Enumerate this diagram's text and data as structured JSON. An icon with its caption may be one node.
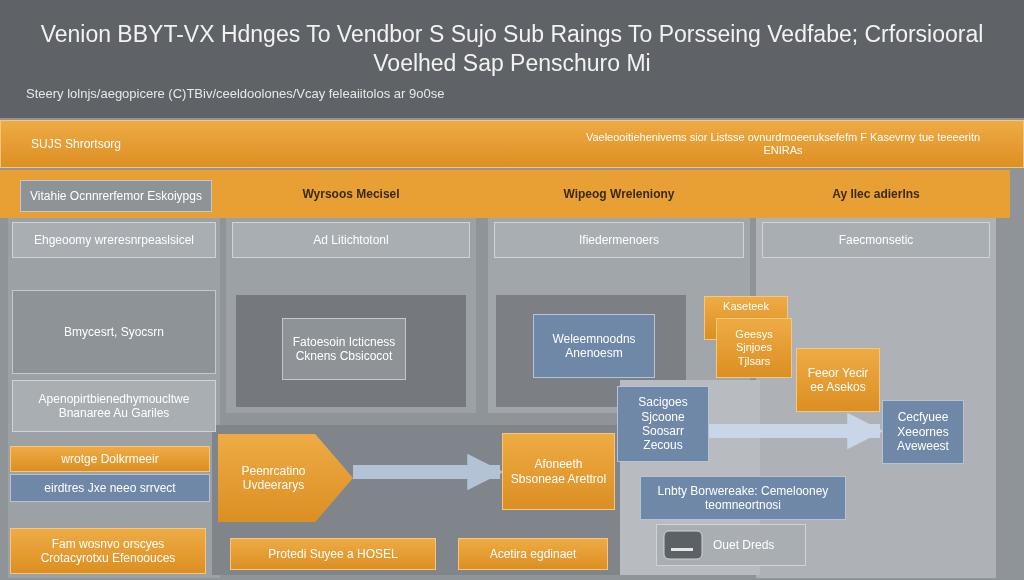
{
  "diagram": {
    "title": "Venion BBYT-VX Hdnges To Vendbor S Sujo Sub Raings To Porsseing Vedfabe; Crforsiooral Voelhed Sap Penschuro Mi",
    "nodes": [
      {
        "text": [
          "SUJS Shrortsorg",
          "Vaeleooitiehenivems sior Listsse ovnurdmoeeruksefefm F Kasevrny tue teeeeritn ENIRAs"
        ]
      },
      {
        "text": [
          "Vitahie Ocnnrerfemor Eskoiypgs"
        ]
      },
      {
        "text": [
          "Wyrsoos Mecisel"
        ]
      },
      {
        "text": [
          "Wipeog Wreleniony"
        ]
      },
      {
        "text": [
          "Ay Ilec adierlns"
        ]
      },
      {
        "text": [
          "Ehgeoomy wreresnrpeaslsicel"
        ]
      },
      {
        "text": [
          "Ad Litichtotonl"
        ]
      },
      {
        "text": [
          "Ifiedermenoers"
        ]
      },
      {
        "text": [
          "Faecmonsetic"
        ]
      },
      {
        "text": [
          "Bmycesrt, Syocsrn"
        ]
      },
      {
        "text": [
          "Fatoesoin Icticness Cknens Cbsicocot"
        ]
      },
      {
        "text": [
          "Weleemnoodns Anenoesm"
        ]
      },
      {
        "text": [
          "Apenopirtbienedhymoucltwe Bnanaree Au Gariles"
        ]
      },
      {
        "text": [
          "wrotge Dolkrmeeir"
        ]
      },
      {
        "text": [
          "eirdtres Jxe neeo srrvect"
        ]
      },
      {
        "text": [
          "Fam wosnvo orscyes Crotacyrotxu Efenoouces"
        ]
      },
      {
        "text": [
          "Peenrcatino Uvdeerarys"
        ]
      },
      {
        "text": [
          "Afoneeth Sbsoneae Arettrol"
        ]
      },
      {
        "text": [
          "Sacigoes Sjcoone Soosarr Zecous"
        ]
      },
      {
        "text": [
          "Kaseteek"
        ]
      },
      {
        "text": [
          "Geesys Sjnjoes Tjlsars"
        ]
      },
      {
        "text": [
          "Feeor Yecir ee Asekos"
        ]
      },
      {
        "text": [
          "Cecfyuee Xeeornes Aveweest"
        ]
      },
      {
        "text": [
          "Lnbty Borwereake: Cemelooney teomneortnosi"
        ]
      },
      {
        "text": [
          "Ouet Dreds"
        ]
      },
      {
        "text": [
          "Protedi Suyee a HOSEL"
        ]
      },
      {
        "text": [
          "Acetira egdinaet"
        ]
      }
    ],
    "edges": [
      {
        "from": 16,
        "to": 17,
        "arrow": "to"
      },
      {
        "from": 18,
        "to": 22,
        "arrow": "to"
      }
    ],
    "labels": [
      "Steery lolnjs/aegopicere (C)TBiv/ceeldoolones/Vcay feleaiitolos ar 9o0se"
    ]
  }
}
